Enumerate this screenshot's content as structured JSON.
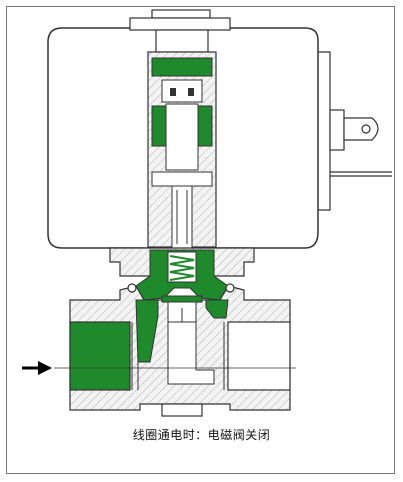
{
  "diagram": {
    "caption": "线圈通电时：电磁阀关闭",
    "colors": {
      "outline": "#333333",
      "body_fill": "#f3f3f3",
      "hatch": "#b5b5b5",
      "green": "#1f8a2c",
      "coil_fill": "#ffffff",
      "arrow": "#000000"
    },
    "flow_direction": "left-to-right",
    "state": "energized-closed"
  }
}
